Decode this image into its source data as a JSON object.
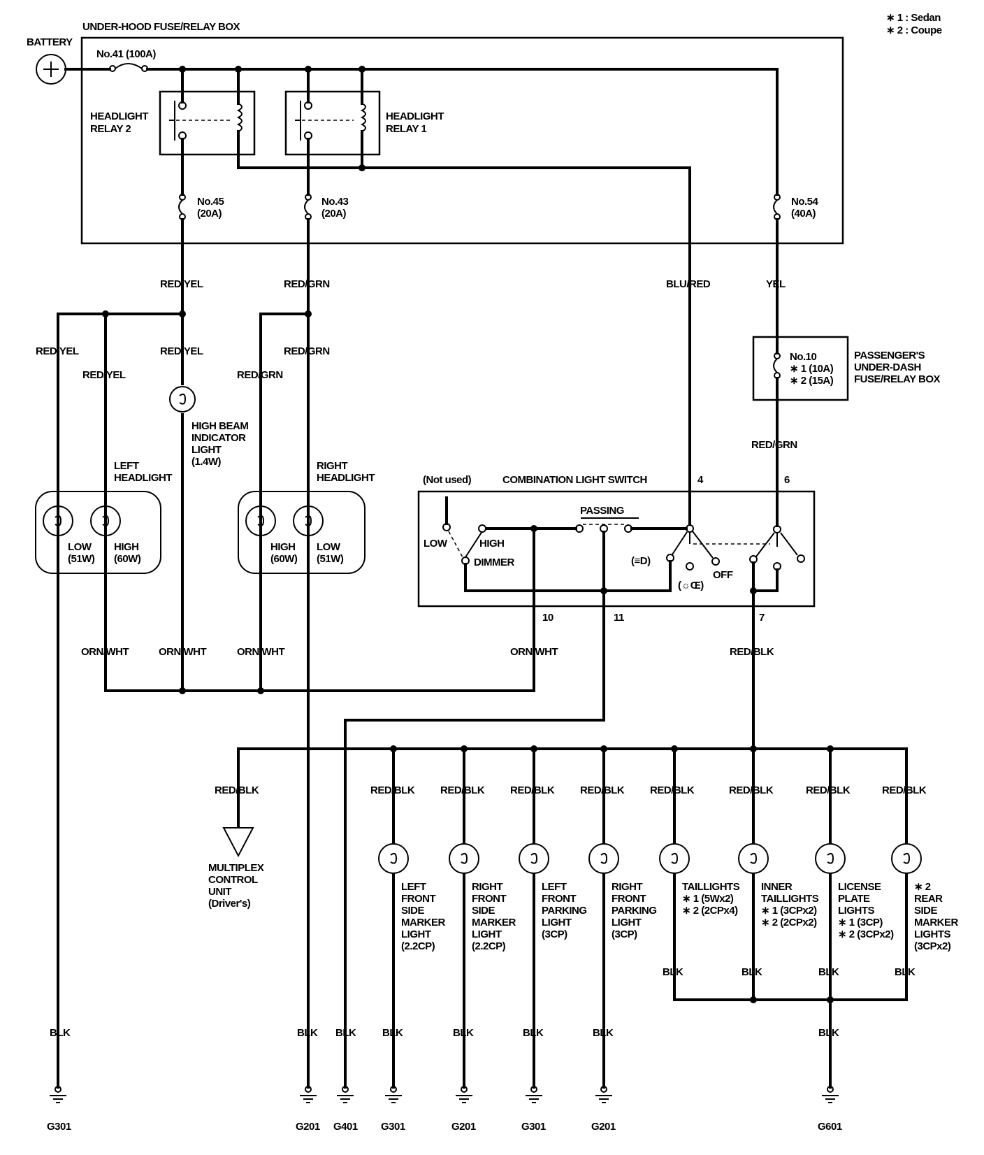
{
  "legend": [
    "∗ 1 : Sedan",
    "∗ 2 : Coupe"
  ],
  "battery": "BATTERY",
  "underhood_box": "UNDER-HOOD FUSE/RELAY BOX",
  "fuses": {
    "f41": "No.41 (100A)",
    "f45": [
      "No.45",
      "(20A)"
    ],
    "f43": [
      "No.43",
      "(20A)"
    ],
    "f54": [
      "No.54",
      "(40A)"
    ],
    "f10": [
      "No.10",
      "∗ 1 (10A)",
      "∗ 2 (15A)"
    ]
  },
  "relays": {
    "relay2": [
      "HEADLIGHT",
      "RELAY 2"
    ],
    "relay1": [
      "HEADLIGHT",
      "RELAY 1"
    ]
  },
  "passenger_box": [
    "PASSENGER'S",
    "UNDER-DASH",
    "FUSE/RELAY BOX"
  ],
  "wire_colors": {
    "red_yel": "RED/YEL",
    "red_grn": "RED/GRN",
    "blu_red": "BLU/RED",
    "yel": "YEL",
    "orn_wht": "ORN/WHT",
    "red_blk": "RED/BLK",
    "blk": "BLK"
  },
  "headlights": {
    "left": [
      "LEFT",
      "HEADLIGHT"
    ],
    "right": [
      "RIGHT",
      "HEADLIGHT"
    ],
    "low": [
      "LOW",
      "(51W)"
    ],
    "high": [
      "HIGH",
      "(60W)"
    ]
  },
  "high_beam_indicator": [
    "HIGH BEAM",
    "INDICATOR",
    "LIGHT",
    "(1.4W)"
  ],
  "switch": {
    "title": "COMBINATION LIGHT SWITCH",
    "not_used": "(Not used)",
    "low": "LOW",
    "high": "HIGH",
    "dimmer": "DIMMER",
    "passing": "PASSING",
    "off": "OFF",
    "head_sym": "(≡D)",
    "park_sym": "(☼Œ)",
    "pins": [
      "4",
      "6",
      "10",
      "11",
      "7"
    ]
  },
  "multiplex": [
    "MULTIPLEX",
    "CONTROL",
    "UNIT",
    "(Driver's)"
  ],
  "lights": [
    [
      "LEFT",
      "FRONT",
      "SIDE",
      "MARKER",
      "LIGHT",
      "(2.2CP)"
    ],
    [
      "RIGHT",
      "FRONT",
      "SIDE",
      "MARKER",
      "LIGHT",
      "(2.2CP)"
    ],
    [
      "LEFT",
      "FRONT",
      "PARKING",
      "LIGHT",
      "(3CP)"
    ],
    [
      "RIGHT",
      "FRONT",
      "PARKING",
      "LIGHT",
      "(3CP)"
    ],
    [
      "TAILLIGHTS",
      "∗ 1 (5Wx2)",
      "∗ 2 (2CPx4)"
    ],
    [
      "INNER",
      "TAILLIGHTS",
      "∗ 1 (3CPx2)",
      "∗ 2 (2CPx2)"
    ],
    [
      "LICENSE",
      "PLATE",
      "LIGHTS",
      "∗ 1 (3CP)",
      "∗ 2 (3CPx2)"
    ],
    [
      "∗ 2",
      "REAR",
      "SIDE",
      "MARKER",
      "LIGHTS",
      "(3CPx2)"
    ]
  ],
  "grounds": [
    "G301",
    "G201",
    "G401",
    "G301",
    "G201",
    "G301",
    "G201",
    "G601"
  ]
}
